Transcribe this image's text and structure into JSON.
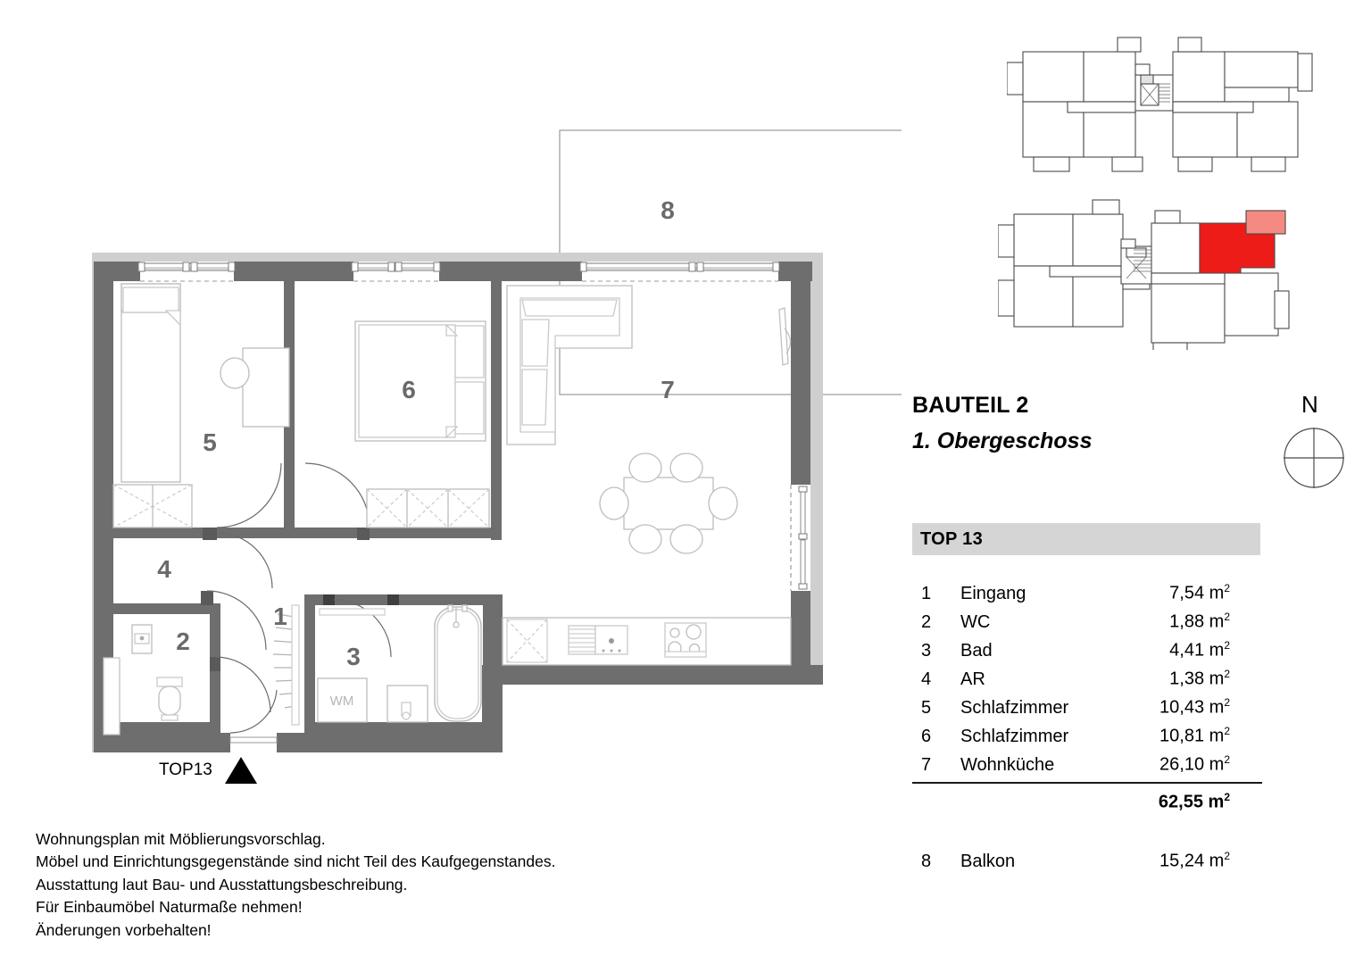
{
  "header": {
    "building": "BAUTEIL 2",
    "floor": "1. Obergeschoss"
  },
  "unit_bar": {
    "label": "TOP 13"
  },
  "compass": {
    "north_label": "N",
    "icon": "compass-rose"
  },
  "plan": {
    "entry_label": "TOP13",
    "entry_marker_icon": "entrance-triangle-icon",
    "room_numbers": [
      "1",
      "2",
      "3",
      "4",
      "5",
      "6",
      "7",
      "8"
    ],
    "appliance_labels": {
      "washing_machine": "WM"
    }
  },
  "rooms": [
    {
      "num": "1",
      "name": "Eingang",
      "area": "7,54",
      "unit": "m"
    },
    {
      "num": "2",
      "name": "WC",
      "area": "1,88",
      "unit": "m"
    },
    {
      "num": "3",
      "name": "Bad",
      "area": "4,41",
      "unit": "m"
    },
    {
      "num": "4",
      "name": "AR",
      "area": "1,38",
      "unit": "m"
    },
    {
      "num": "5",
      "name": "Schlafzimmer",
      "area": "10,43",
      "unit": "m"
    },
    {
      "num": "6",
      "name": "Schlafzimmer",
      "area": "10,81",
      "unit": "m"
    },
    {
      "num": "7",
      "name": "Wohnküche",
      "area": "26,10",
      "unit": "m"
    }
  ],
  "total": {
    "area": "62,55",
    "unit": "m"
  },
  "extra": [
    {
      "num": "8",
      "name": "Balkon",
      "area": "15,24",
      "unit": "m"
    }
  ],
  "disclaimer": [
    "Wohnungsplan mit Möblierungsvorschlag.",
    "Möbel und Einrichtungsgegenstände sind nicht Teil des Kaufgegenstandes.",
    "Ausstattung laut Bau- und Ausstattungsbeschreibung.",
    "Für Einbaumöbel Naturmaße nehmen!",
    "Änderungen vorbehalten!"
  ],
  "colors": {
    "wall": "#6e6e6e",
    "wall_outer": "#cfcfcf",
    "furniture_line": "#b9b9b9",
    "room_number": "#6a6a6a",
    "bar_bg": "#d5d5d5",
    "highlight_unit": "#ee1c18",
    "highlight_balcony": "#f58a82",
    "keyplan_line": "#4a4a4a"
  },
  "keyplans": [
    {
      "name": "keyplan-erdgeschoss",
      "highlighted": false
    },
    {
      "name": "keyplan-obergeschoss",
      "highlighted": true
    }
  ]
}
